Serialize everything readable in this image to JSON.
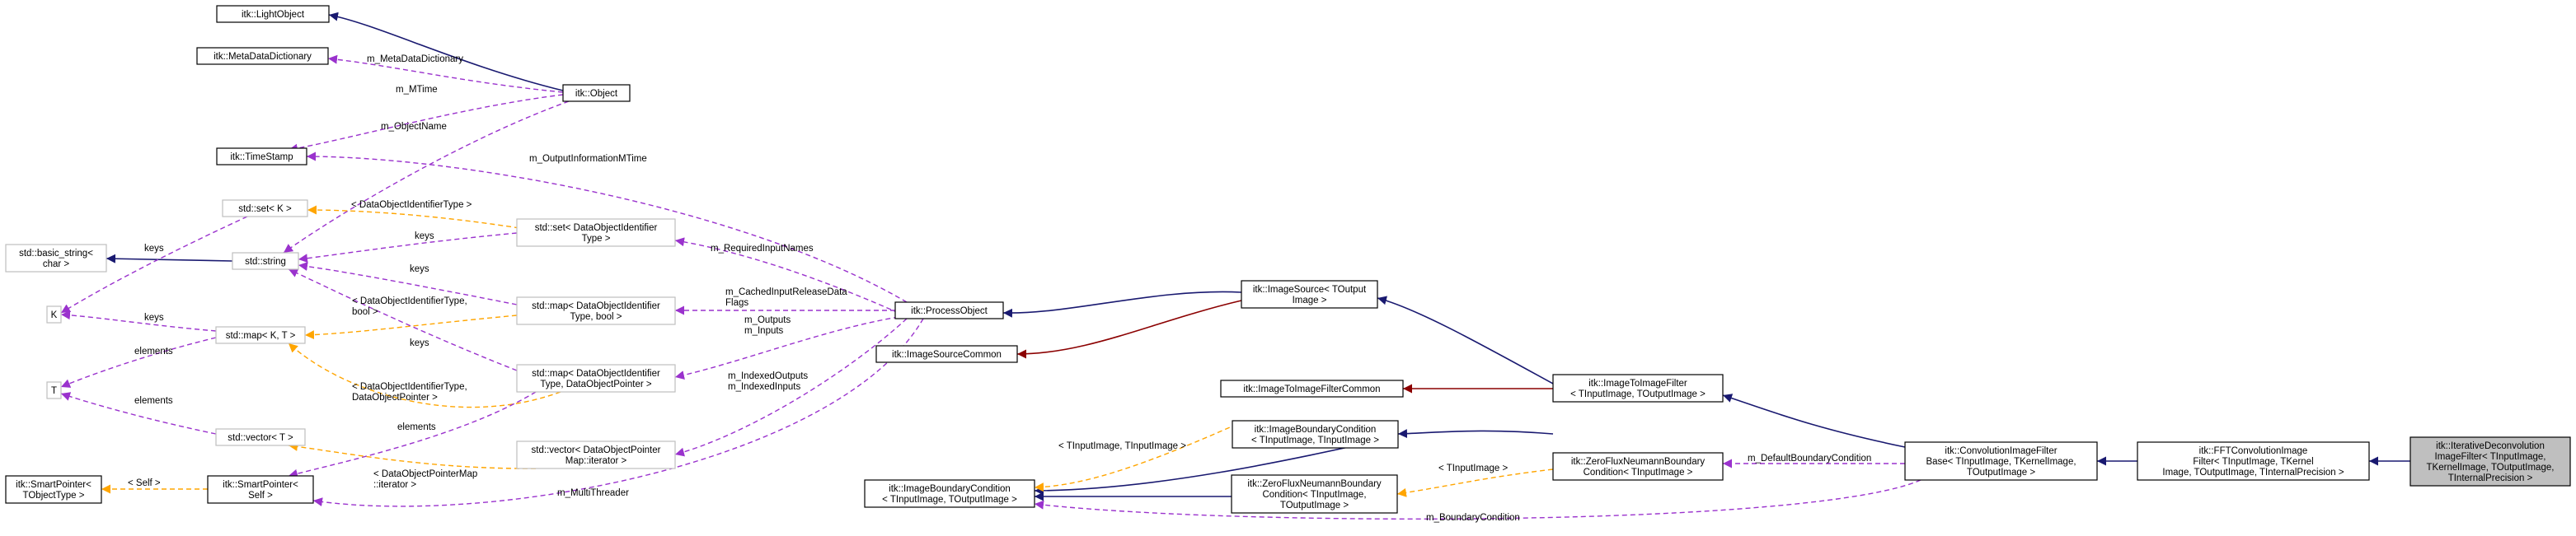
{
  "colors": {
    "inheritance": "#191970",
    "member": "#9a32cd",
    "template": "#ffa500",
    "private_inheritance": "#8b0000",
    "focus_fill": "#bfbfbf",
    "external_border": "#bfbfbf"
  },
  "nodes": {
    "light_object": [
      "itk::LightObject"
    ],
    "meta_data_dictionary": [
      "itk::MetaDataDictionary"
    ],
    "object": [
      "itk::Object"
    ],
    "time_stamp": [
      "itk::TimeStamp"
    ],
    "std_set_k": [
      "std::set< K >"
    ],
    "std_basic_string": [
      "std::basic_string<",
      "char >"
    ],
    "std_string": [
      "std::string"
    ],
    "k": [
      "K"
    ],
    "std_map_kt": [
      "std::map< K, T >"
    ],
    "t": [
      "T"
    ],
    "std_vector_t": [
      "std::vector< T >"
    ],
    "smart_pointer_tobjecttype": [
      "itk::SmartPointer<",
      "TObjectType >"
    ],
    "smart_pointer_self": [
      "itk::SmartPointer<",
      "Self >"
    ],
    "set_dataobjectidentifier": [
      "std::set< DataObjectIdentifier",
      "Type >"
    ],
    "map_dataobjectidentifier_bool": [
      "std::map< DataObjectIdentifier",
      "Type, bool >"
    ],
    "map_dataobjectidentifier_pointer": [
      "std::map< DataObjectIdentifier",
      "Type, DataObjectPointer >"
    ],
    "vector_dataobjectpointer_iterator": [
      "std::vector< DataObjectPointer",
      "Map::iterator >"
    ],
    "process_object": [
      "itk::ProcessObject"
    ],
    "image_source_common": [
      "itk::ImageSourceCommon"
    ],
    "image_source": [
      "itk::ImageSource< TOutput",
      "Image >"
    ],
    "image_boundary_condition_out": [
      "itk::ImageBoundaryCondition",
      "< TInputImage, TOutputImage >"
    ],
    "image_boundary_condition_in": [
      "itk::ImageBoundaryCondition",
      "< TInputImage, TInputImage >"
    ],
    "zero_flux_in": [
      "itk::ZeroFluxNeumannBoundary",
      "Condition< TInputImage,",
      "TOutputImage >"
    ],
    "image_to_image_filter_common": [
      "itk::ImageToImageFilterCommon"
    ],
    "image_to_image_filter": [
      "itk::ImageToImageFilter",
      "< TInputImage, TOutputImage >"
    ],
    "zero_flux_out": [
      "itk::ZeroFluxNeumannBoundary",
      "Condition< TInputImage >"
    ],
    "convolution_image_filter_base": [
      "itk::ConvolutionImageFilter",
      "Base< TInputImage, TKernelImage,",
      "TOutputImage >"
    ],
    "fft_convolution_image_filter": [
      "itk::FFTConvolutionImage",
      "Filter< TInputImage, TKernel",
      "Image, TOutputImage, TInternalPrecision >"
    ],
    "iterative_deconvolution_image_filter": [
      "itk::IterativeDeconvolution",
      "ImageFilter< TInputImage,",
      "TKernelImage, TOutputImage,",
      "TInternalPrecision >"
    ]
  },
  "edge_labels": {
    "m_metadatadictionary": [
      "m_MetaDataDictionary"
    ],
    "m_mtime": [
      "m_MTime"
    ],
    "m_objectname": [
      "m_ObjectName"
    ],
    "m_outputinformationmtime": [
      "m_OutputInformationMTime"
    ],
    "dataobjectidentifiertype": [
      "< DataObjectIdentifierType >"
    ],
    "keys_set": [
      "keys"
    ],
    "keys_basic": [
      "keys"
    ],
    "keys_map": [
      "keys"
    ],
    "keys_k": [
      "keys"
    ],
    "keys_pointer": [
      "keys"
    ],
    "elements_map": [
      "elements"
    ],
    "elements_vector": [
      "elements"
    ],
    "elements_smartptr": [
      "elements"
    ],
    "dataobjectidentifiertype_bool": [
      "< DataObjectIdentifierType,",
      "bool >"
    ],
    "dataobjectidentifiertype_pointer": [
      "< DataObjectIdentifierType,",
      "DataObjectPointer >"
    ],
    "dataobjectpointermap_iterator": [
      "< DataObjectPointerMap",
      "::iterator >"
    ],
    "self": [
      "< Self >"
    ],
    "m_requiredinputnames": [
      "m_RequiredInputNames"
    ],
    "m_cachedinputreleasedataflags": [
      "m_CachedInputReleaseData",
      "Flags"
    ],
    "m_outputs_inputs": [
      "m_Outputs",
      "m_Inputs"
    ],
    "m_indexedoutputs_inputs": [
      "m_IndexedOutputs",
      "m_IndexedInputs"
    ],
    "m_multithreader": [
      "m_MultiThreader"
    ],
    "tinputimage_tinputimage": [
      "< TInputImage, TInputImage >"
    ],
    "tinputimage": [
      "< TInputImage >"
    ],
    "m_defaultboundarycondition": [
      "m_DefaultBoundaryCondition"
    ],
    "m_boundarycondition": [
      "m_BoundaryCondition"
    ]
  }
}
